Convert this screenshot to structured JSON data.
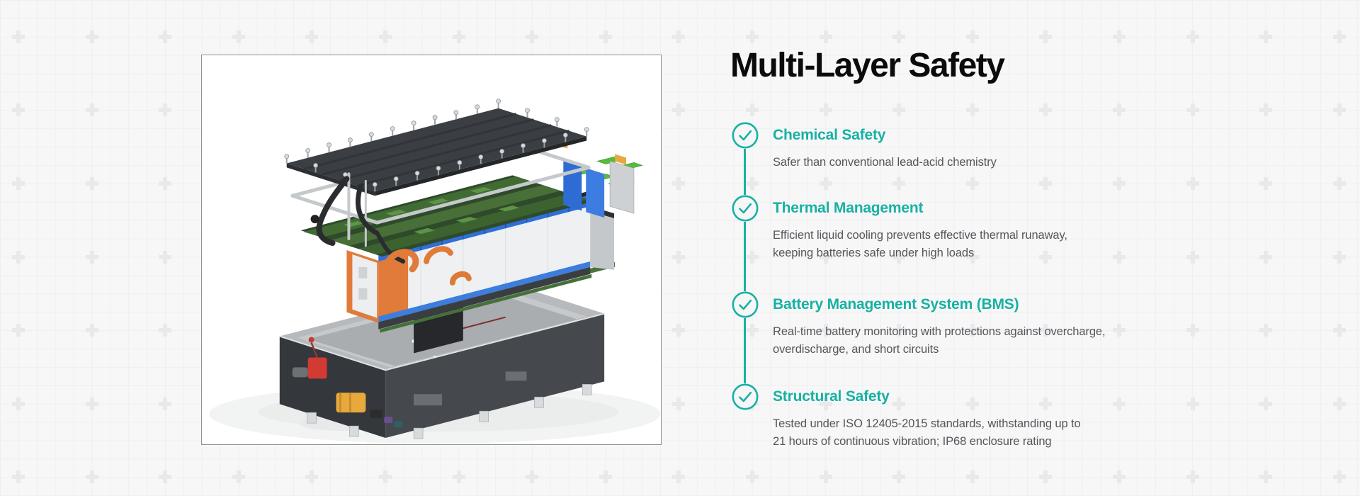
{
  "theme": {
    "background": "#f7f7f8",
    "grid_line": "#efeff1",
    "plus_mark": "#e9e9eb",
    "accent": "#17b1a3",
    "heading_color": "#0b0b0c",
    "body_color": "#55565a",
    "card_border": "#8e8e8e",
    "card_background": "#ffffff"
  },
  "image_panel": {
    "alt": "Exploded 3D view of an electric vehicle battery pack: top cover with screws, silver seal frame, green BMS circuit boards, blue battery cell module with orange brackets and cables, and bottom enclosure tray with valve and connector fittings"
  },
  "safety": {
    "title": "Multi-Layer Safety",
    "items": [
      {
        "title": "Chemical Safety",
        "lines": [
          "Safer than conventional lead-acid chemistry"
        ]
      },
      {
        "title": "Thermal Management",
        "lines": [
          "Efficient liquid cooling prevents effective thermal runaway,",
          "keeping batteries safe under high loads"
        ]
      },
      {
        "title": "Battery Management System (BMS)",
        "lines": [
          "Real-time battery monitoring with protections against overcharge,",
          "overdischarge, and short circuits"
        ]
      },
      {
        "title": "Structural Safety",
        "lines": [
          "Tested under ISO 12405-2015 standards, withstanding up to",
          "21 hours of continuous vibration; IP68 enclosure rating"
        ]
      }
    ]
  }
}
